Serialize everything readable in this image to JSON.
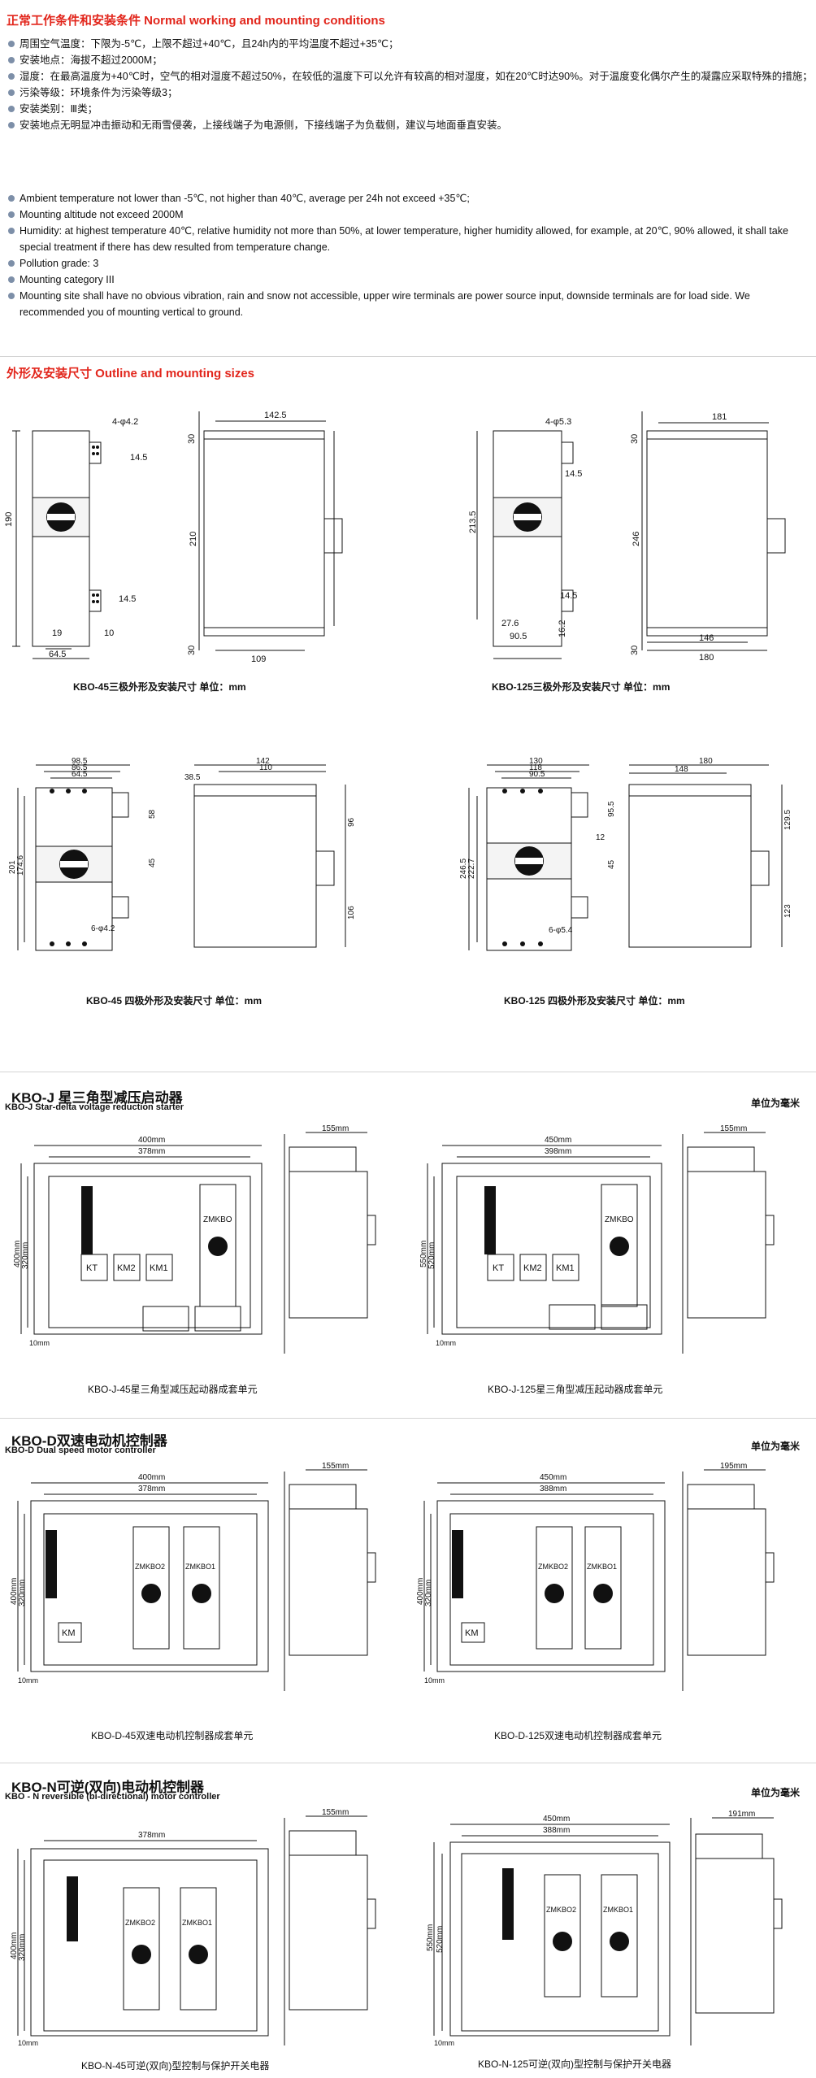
{
  "working": {
    "title": "正常工作条件和安装条件 Normal working and mounting conditions",
    "cn_items": [
      "周围空气温度：下限为-5℃，上限不超过+40℃，且24h内的平均温度不超过+35℃；",
      "安装地点：海拔不超过2000M；",
      "湿度：在最高温度为+40℃时，空气的相对湿度不超过50%，在较低的温度下可以允许有较高的相对湿度，如在20℃时达90%。对于温度变化偶尔产生的凝露应采取特殊的措施；",
      "污染等级：环境条件为污染等级3；",
      "安装类别：Ⅲ类；",
      "安装地点无明显冲击振动和无雨雪侵袭，上接线端子为电源侧，下接线端子为负载侧，建议与地面垂直安装。"
    ],
    "en_items": [
      "Ambient temperature not lower than -5℃, not higher than 40℃, average per 24h not exceed +35℃;",
      "Mounting altitude not exceed 2000M",
      "Humidity: at highest temperature 40℃, relative humidity not more than 50%, at lower temperature, higher humidity allowed, for example, at 20℃, 90% allowed, it shall take special treatment if there has dew resulted from temperature change.",
      "Pollution grade: 3",
      "Mounting category III",
      "Mounting site shall have no obvious vibration, rain and snow not accessible, upper wire terminals are power source input, downside terminals are for load side. We recommended you of mounting vertical to ground."
    ]
  },
  "outline": {
    "title": "外形及安装尺寸 Outline and mounting sizes",
    "kbo45_3p": {
      "caption": "KBO-45三极外形及安装尺寸 单位：mm",
      "d_holes": "4-φ4.2",
      "d_h190": "190",
      "d_145a": "14.5",
      "d_145b": "14.5",
      "d_19": "19",
      "d_10": "10",
      "d_645": "64.5",
      "d_30t": "30",
      "d_1425": "142.5",
      "d_210": "210",
      "d_30b": "30",
      "d_109": "109"
    },
    "kbo125_3p": {
      "caption": "KBO-125三极外形及安装尺寸 单位：mm",
      "d_holes": "4-φ5.3",
      "d_2135": "213.5",
      "d_145a": "14.5",
      "d_145b": "14.5",
      "d_276": "27.6",
      "d_162": "16.2",
      "d_905": "90.5",
      "d_30t": "30",
      "d_181": "181",
      "d_246": "246",
      "d_30b": "30",
      "d_146": "146",
      "d_180": "180"
    },
    "kbo45_4p": {
      "caption": "KBO-45 四极外形及安装尺寸 单位：mm",
      "d_985": "98.5",
      "d_865": "86.5",
      "d_645": "64.5",
      "d_201": "201",
      "d_1746": "174.6",
      "d_58": "58",
      "d_45": "45",
      "d_holes": "6-φ4.2",
      "d_142": "142",
      "d_385": "38.5",
      "d_110": "110",
      "d_96": "96",
      "d_106": "106"
    },
    "kbo125_4p": {
      "caption": "KBO-125 四极外形及安装尺寸 单位：mm",
      "d_130": "130",
      "d_118": "118",
      "d_905": "90.5",
      "d_2465": "246.5",
      "d_2227": "222.7",
      "d_955": "95.5",
      "d_12": "12",
      "d_45": "45",
      "d_holes": "6-φ5.4",
      "d_180": "180",
      "d_148": "148",
      "d_1295": "129.5",
      "d_123": "123"
    }
  },
  "kboj": {
    "title": "KBO-J 星三角型减压启动器",
    "subtitle": "KBO-J Star-delta voltage reduction starter",
    "unit": "单位为毫米",
    "left": {
      "caption": "KBO-J-45星三角型减压起动器成套单元",
      "w_outer": "400mm",
      "w_inner": "378mm",
      "h_outer": "400mm",
      "h_inner": "320mm",
      "m": "10mm",
      "side_w": "155mm",
      "kt": "KT",
      "km2": "KM2",
      "km1": "KM1",
      "brand": "ZMKBO"
    },
    "right": {
      "caption": "KBO-J-125星三角型减压起动器成套单元",
      "w_outer": "450mm",
      "w_inner": "398mm",
      "h_outer": "550mm",
      "h_inner": "520mm",
      "m": "10mm",
      "side_w": "155mm",
      "kt": "KT",
      "km2": "KM2",
      "km1": "KM1",
      "brand": "ZMKBO"
    }
  },
  "kbod": {
    "title": "KBO-D双速电动机控制器",
    "subtitle": "KBO-D Dual speed motor controller",
    "unit": "单位为毫米",
    "left": {
      "caption": "KBO-D-45双速电动机控制器成套单元",
      "w_outer": "400mm",
      "w_inner": "378mm",
      "h_outer": "400mm",
      "h_inner": "320mm",
      "m": "10mm",
      "side_w": "155mm",
      "km": "KM",
      "b1": "ZMKBO2",
      "b2": "ZMKBO1"
    },
    "right": {
      "caption": "KBO-D-125双速电动机控制器成套单元",
      "w_outer": "450mm",
      "w_inner": "388mm",
      "h_outer": "400mm",
      "h_inner": "320mm",
      "m": "10mm",
      "side_w": "195mm",
      "km": "KM",
      "b1": "ZMKBO2",
      "b2": "ZMKBO1"
    }
  },
  "kbon": {
    "title": "KBO-N可逆(双向)电动机控制器",
    "subtitle": "KBO - N reversible (bi-directional) motor controller",
    "unit": "单位为毫米",
    "left": {
      "caption": "KBO-N-45可逆(双向)型控制与保护开关电器",
      "w_inner": "378mm",
      "h_outer": "400mm",
      "h_inner": "320mm",
      "m": "10mm",
      "side_w": "155mm",
      "b1": "ZMKBO2",
      "b2": "ZMKBO1"
    },
    "right": {
      "caption": "KBO-N-125可逆(双向)型控制与保护开关电器",
      "w_outer": "450mm",
      "w_inner": "388mm",
      "h_outer": "550mm",
      "h_inner": "520mm",
      "m": "10mm",
      "side_w": "191mm",
      "b1": "ZMKBO2",
      "b2": "ZMKBO1"
    }
  }
}
